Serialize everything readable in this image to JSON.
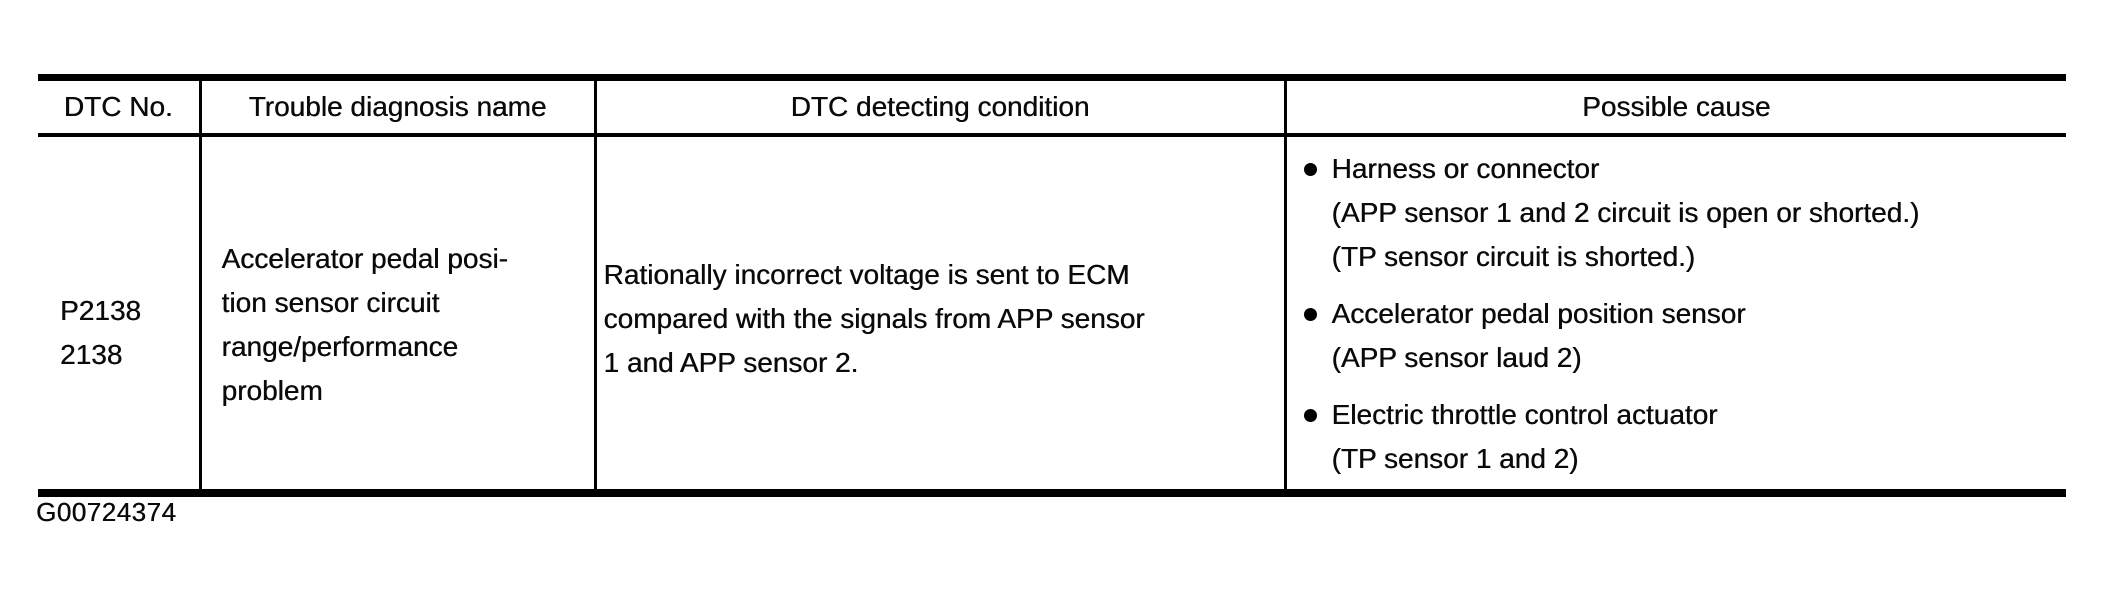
{
  "figure_code": "G00724374",
  "colors": {
    "background": "#ffffff",
    "text": "#0a0a0a",
    "rule": "#000000"
  },
  "table": {
    "headers": {
      "dtc_no": "DTC No.",
      "trouble_diagnosis_name": "Trouble diagnosis name",
      "dtc_detecting_condition": "DTC detecting condition",
      "possible_cause": "Possible cause"
    },
    "rows": [
      {
        "dtc_no_lines": [
          "P2138",
          "2138"
        ],
        "trouble_diagnosis_name_lines": [
          "Accelerator pedal posi-",
          "tion sensor circuit",
          "range/performance",
          "problem"
        ],
        "dtc_detecting_condition_lines": [
          "Rationally incorrect voltage is sent to ECM",
          "compared with the signals from APP sensor",
          "1 and APP sensor 2."
        ],
        "possible_causes": [
          {
            "title": "Harness or connector",
            "details": [
              "(APP sensor 1 and 2 circuit is open or shorted.)",
              "(TP sensor circuit is shorted.)"
            ]
          },
          {
            "title": "Accelerator pedal position sensor",
            "details": [
              "(APP sensor laud 2)"
            ]
          },
          {
            "title": "Electric throttle control actuator",
            "details": [
              "(TP sensor 1 and 2)"
            ]
          }
        ]
      }
    ]
  }
}
